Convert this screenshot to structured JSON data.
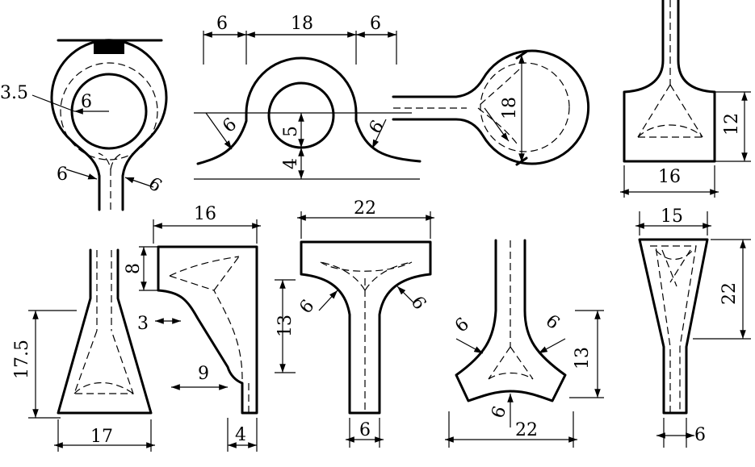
{
  "shapes": [
    {
      "id": "keyhole-ring",
      "labels": [
        "3.5",
        "6",
        "6",
        "6"
      ]
    },
    {
      "id": "arch-over-circle",
      "labels": [
        "6",
        "18",
        "6",
        "6",
        "5",
        "4",
        "6"
      ]
    },
    {
      "id": "lollipop-circle",
      "labels": [
        "18"
      ]
    },
    {
      "id": "tee-flare-block",
      "labels": [
        "12",
        "16"
      ]
    },
    {
      "id": "flask-triangle",
      "labels": [
        "17.5",
        "17"
      ]
    },
    {
      "id": "hook-offset",
      "labels": [
        "16",
        "8",
        "3",
        "9",
        "4"
      ]
    },
    {
      "id": "tee-plate",
      "labels": [
        "22",
        "13",
        "6",
        "6",
        "6"
      ]
    },
    {
      "id": "y-fork",
      "labels": [
        "6",
        "6",
        "13",
        "6",
        "22"
      ]
    },
    {
      "id": "tapered-tube",
      "labels": [
        "15",
        "22",
        "6"
      ]
    }
  ]
}
